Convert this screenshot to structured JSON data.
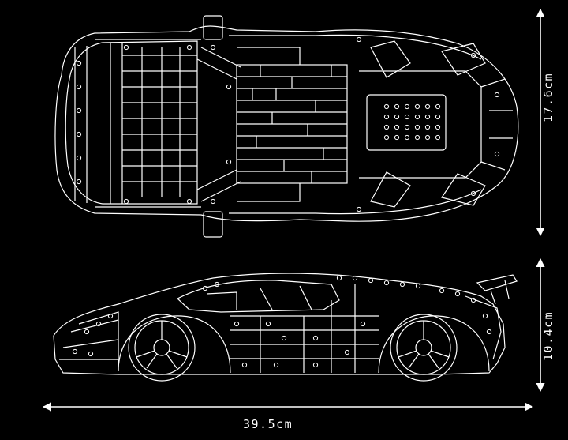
{
  "dimensions": {
    "length_label": "39.5cm",
    "top_height_label": "17.6cm",
    "side_height_label": "10.4cm"
  },
  "colors": {
    "background": "#000000",
    "line": "#ffffff"
  }
}
